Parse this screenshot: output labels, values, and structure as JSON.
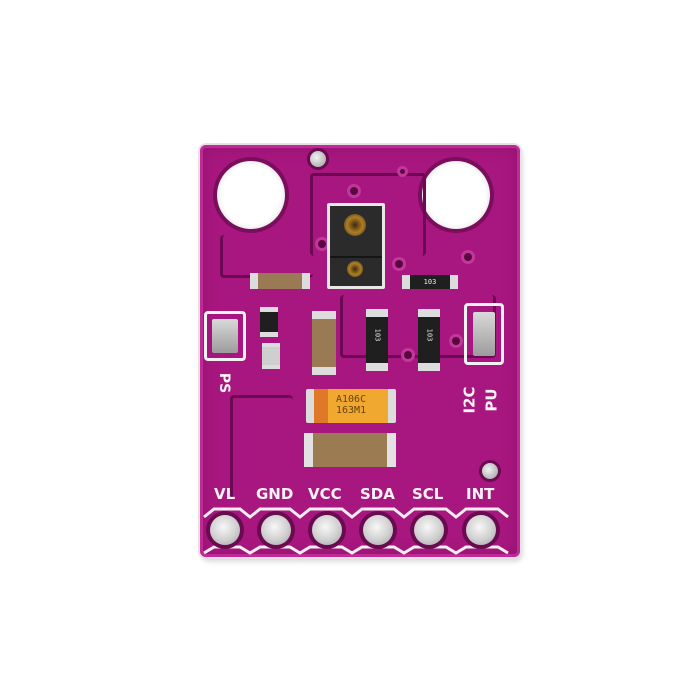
{
  "image": {
    "subject": "Purple breakout board with gesture/proximity/colour sensor",
    "background_color": "#ffffff",
    "board_color": "#a8177f"
  },
  "silkscreen": {
    "pins": [
      "VL",
      "GND",
      "VCC",
      "SDA",
      "SCL",
      "INT"
    ],
    "left_label": "PS",
    "right_label_line1": "I2C",
    "right_label_line2": "PU"
  },
  "components": {
    "tantalum_cap_line1": "A106C",
    "tantalum_cap_line2": "163M1",
    "resistor_top_right": "103",
    "resistor_mid_a": "103",
    "resistor_mid_b": "103"
  }
}
